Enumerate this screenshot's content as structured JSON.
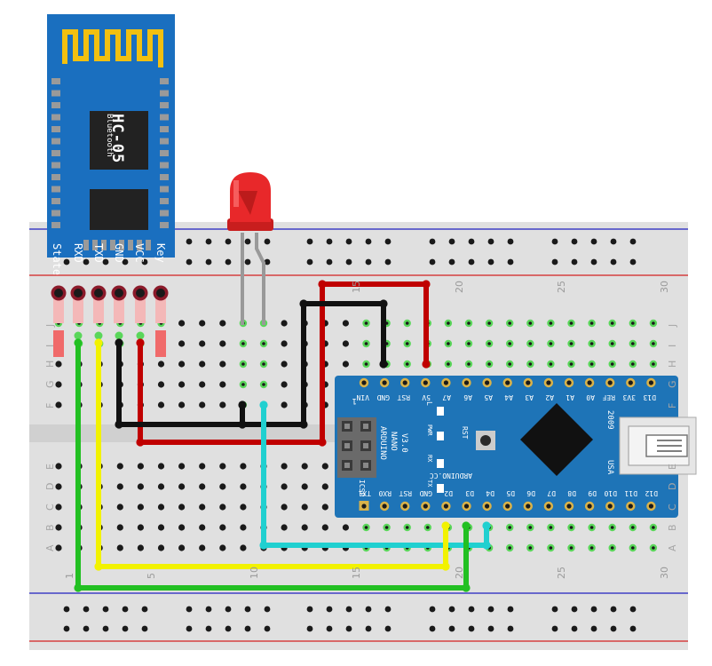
{
  "module": {
    "name": "HC-05",
    "subtitle": "Bluetooth",
    "pins": [
      {
        "label": "State"
      },
      {
        "label": "RXD"
      },
      {
        "label": "TXD"
      },
      {
        "label": "GND"
      },
      {
        "label": "VCC"
      },
      {
        "label": "Key"
      }
    ]
  },
  "nano": {
    "top_pins": [
      "VIN",
      "GND",
      "RST",
      "5V",
      "A7",
      "A6",
      "A5",
      "A4",
      "A3",
      "A2",
      "A1",
      "A0",
      "REF",
      "3V3",
      "D13"
    ],
    "bottom_pins": [
      "TX1",
      "RX0",
      "RST",
      "GND",
      "D2",
      "D3",
      "D4",
      "D5",
      "D6",
      "D7",
      "D8",
      "D9",
      "D10",
      "D11",
      "D12"
    ],
    "brand": "ARDUINO",
    "model": "NANO",
    "version": "V3.0",
    "website": "ARDUINO.CC",
    "country": "USA",
    "year": "2009",
    "icsp": "ICSP",
    "icsp_pin": "1",
    "rst_label": "RST",
    "led_labels": {
      "l": "L",
      "pwr": "PWR",
      "rx": "RX",
      "tx": "TX"
    }
  },
  "breadboard": {
    "column_numbers_top": [
      "15",
      "20",
      "25",
      "30"
    ],
    "column_numbers_bottom": [
      "1",
      "5",
      "10",
      "15",
      "20",
      "25",
      "30"
    ],
    "rows_left": [
      "J",
      "I",
      "H",
      "G",
      "F",
      "E",
      "D",
      "C",
      "B",
      "A"
    ],
    "rows_right": [
      "J",
      "I",
      "H",
      "G",
      "F",
      "E",
      "D",
      "C",
      "B",
      "A"
    ]
  },
  "colors": {
    "breadboard": "#e0e0e0",
    "rail_red": "#d22020",
    "rail_blue": "#2020c0",
    "module_blue": "#1a6fbf",
    "nano_blue": "#1e74b7",
    "wire_red": "#c00000",
    "wire_black": "#111111",
    "wire_yellow": "#f2f200",
    "wire_green": "#22c022",
    "wire_cyan": "#20d0d0",
    "led_red": "#e8282a",
    "active_hole": "#3cc83c"
  },
  "wires": [
    {
      "name": "red-wire-vcc",
      "color": "wire_red"
    },
    {
      "name": "black-wire-gnd",
      "color": "wire_black"
    },
    {
      "name": "yellow-wire-txd",
      "color": "wire_yellow"
    },
    {
      "name": "green-wire-rxd",
      "color": "wire_green"
    },
    {
      "name": "cyan-wire-led",
      "color": "wire_cyan"
    }
  ]
}
